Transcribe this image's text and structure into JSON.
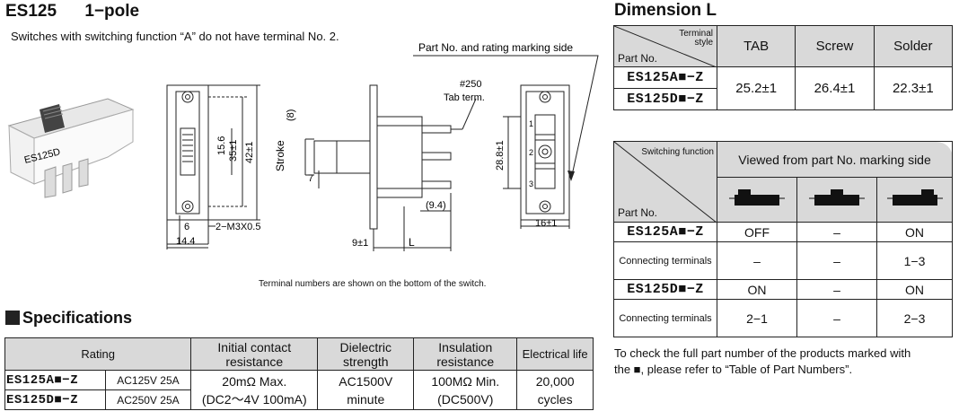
{
  "header": {
    "model": "ES125",
    "pole": "1−pole",
    "subtitle": "Switches with switching function “A” do not have terminal No. 2."
  },
  "drawing": {
    "marking_side_label": "Part No. and rating marking side",
    "photo_label": "ES125D",
    "dim_15_6": "15.6",
    "dim_35": "35±1",
    "dim_42": "42±1",
    "dim_6": "6",
    "dim_screw": "2−M3X0.5",
    "dim_14_4": "14.4",
    "stroke_label": "Stroke",
    "stroke_value": "(8)",
    "tab_size": "#250",
    "tab_term": "Tab term.",
    "dim_7": "7",
    "dim_9_4": "(9.4)",
    "dim_9": "9±1",
    "dim_L": "L",
    "dim_28_8": "28.8±1",
    "dim_16": "16±1",
    "term_1": "1",
    "term_2": "2",
    "term_3": "3",
    "footnote": "Terminal numbers are shown on the bottom of the switch."
  },
  "dimension": {
    "title": "Dimension L",
    "corner_top": "Terminal style",
    "corner_bottom": "Part No.",
    "columns": [
      "TAB",
      "Screw",
      "Solder"
    ],
    "part_a": "ES125A■−Z",
    "part_d": "ES125D■−Z",
    "values": [
      "25.2±1",
      "26.4±1",
      "22.3±1"
    ]
  },
  "switching": {
    "corner_top": "Switching function",
    "header": "Viewed from part No. marking side",
    "corner_bottom": "Part No.",
    "rows": [
      {
        "label": "ES125A■−Z",
        "cells": [
          "OFF",
          "–",
          "ON"
        ],
        "type": "part"
      },
      {
        "label": "Connecting terminals",
        "cells": [
          "–",
          "–",
          "1−3"
        ],
        "type": "conn"
      },
      {
        "label": "ES125D■−Z",
        "cells": [
          "ON",
          "–",
          "ON"
        ],
        "type": "part"
      },
      {
        "label": "Connecting terminals",
        "cells": [
          "2−1",
          "–",
          "2−3"
        ],
        "type": "conn"
      }
    ],
    "note_line1": "To check the full part number of the products marked with",
    "note_line2": "the ■, please refer to “Table of Part Numbers”."
  },
  "specs": {
    "title": "Specifications",
    "headers": [
      "Rating",
      "Initial contact resistance",
      "Dielectric strength",
      "Insulation resistance",
      "Electrical life"
    ],
    "part_a": "ES125A■−Z",
    "part_d": "ES125D■−Z",
    "rating_a": "AC125V 25A",
    "rating_d": "AC250V 25A",
    "contact_1": "20mΩ  Max.",
    "contact_2": "(DC2〜4V 100mA)",
    "dielectric_1": "AC1500V",
    "dielectric_2": "minute",
    "insulation_1": "100MΩ  Min.",
    "insulation_2": "(DC500V)",
    "life_1": "20,000",
    "life_2": "cycles"
  }
}
